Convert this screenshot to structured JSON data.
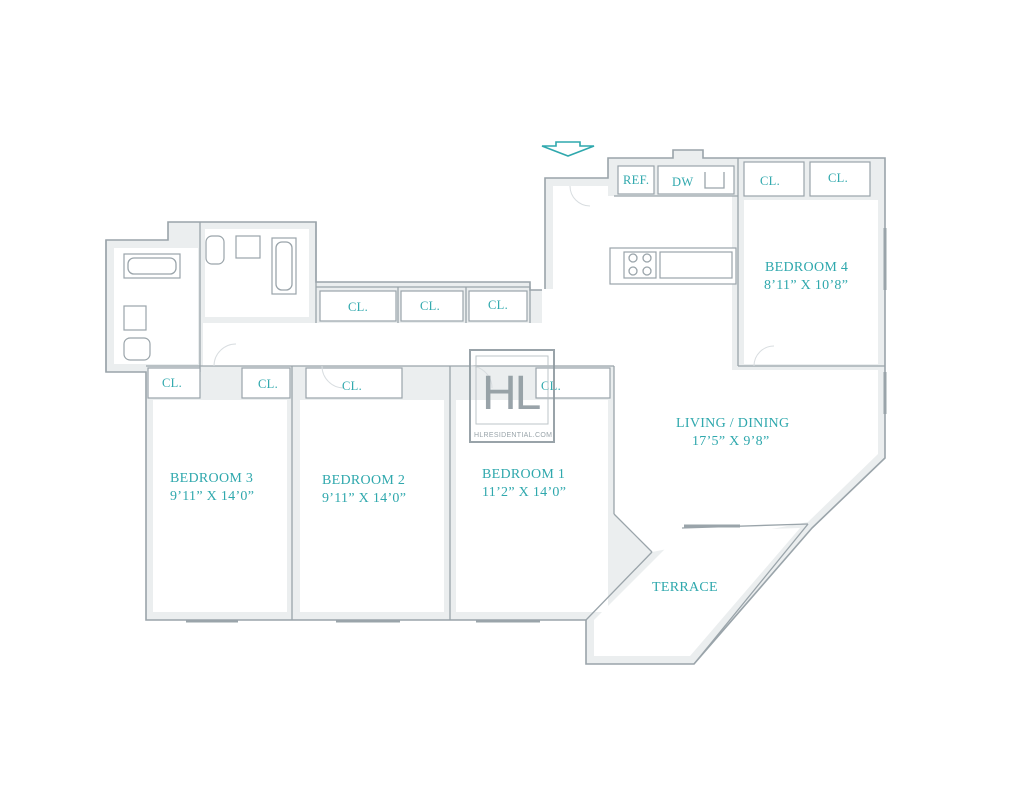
{
  "rooms": {
    "bedroom4": {
      "name": "BEDROOM 4",
      "dims": "8’11” X 10’8”"
    },
    "living": {
      "name": "LIVING  / DINING",
      "dims": "17’5” X 9’8”"
    },
    "bedroom3": {
      "name": "BEDROOM 3",
      "dims": "9’11” X 14’0”"
    },
    "bedroom2": {
      "name": "BEDROOM 2",
      "dims": "9’11” X 14’0”"
    },
    "bedroom1": {
      "name": "BEDROOM 1",
      "dims": "11’2” X 14’0”"
    },
    "terrace": {
      "name": "TERRACE"
    }
  },
  "labels": {
    "ref": "REF.",
    "dw": "DW",
    "closet": "CL."
  },
  "watermark": {
    "logo": "HL",
    "text": "HLRESIDENTIAL.COM"
  },
  "colors": {
    "label": "#2fa8ad",
    "wall": "#9aa4aa",
    "fill": "#ebeeef"
  },
  "icons": {
    "entry": "entry-arrow-icon"
  }
}
